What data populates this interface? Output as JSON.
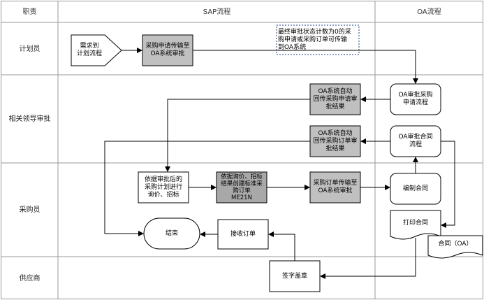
{
  "header": {
    "duty": "职责",
    "sap": "SAP流程",
    "oa": "OA流程"
  },
  "lanes": {
    "planner": "计划员",
    "approver": "相关领导审批",
    "buyer": "采购员",
    "supplier": "供应商"
  },
  "nodes": {
    "demand": "需求到\n计划流程",
    "req_transfer": "采购申请传输至\nOA系统审批",
    "note": "最终审批状态计数为0的采\n购申请或采购订单可传输\n到OA系统",
    "oa_approve_req": "OA审批采购\n申请流程",
    "oa_return_req": "OA系统自动\n回传采购申请审\n批结果",
    "oa_return_po": "OA系统自动\n回传采购订单审\n批结果",
    "oa_approve_contract": "OA审批合同\n流程",
    "plan_inquiry": "依据审批后的\n采购计划进行\n询价、招标",
    "create_po": "依据询价、招标\n结果创建标准采\n购订单\nME21N",
    "po_transfer": "采购订单传输至\nOA系统审批",
    "draft_contract": "编制合同",
    "print_contract": "打印合同",
    "contract_doc": "合同（OA）",
    "end": "结束",
    "receive_po": "接收订单",
    "sign_seal": "签字盖章"
  }
}
